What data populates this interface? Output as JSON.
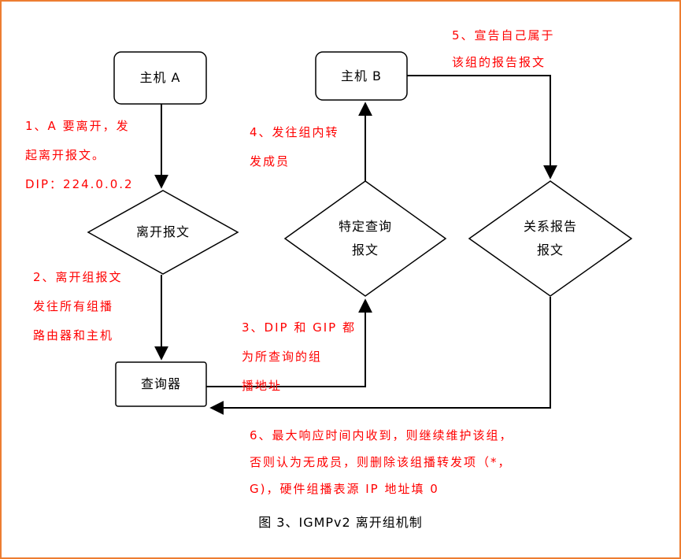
{
  "caption": "图 3、IGMPv2 离开组机制",
  "nodes": {
    "host_a": {
      "label": "主机 A"
    },
    "host_b": {
      "label": "主机 B"
    },
    "querier": {
      "label": "查询器"
    },
    "leave_msg": {
      "line1": "离开报文"
    },
    "specific_query": {
      "line1": "特定查询",
      "line2": "报文"
    },
    "relation_report": {
      "line1": "关系报告",
      "line2": "报文"
    }
  },
  "notes": {
    "note1": {
      "lines": [
        "1、A 要离开，发",
        "起离开报文。",
        "DIP：224.0.0.2"
      ]
    },
    "note2": {
      "lines": [
        "2、离开组报文",
        "发往所有组播",
        "路由器和主机"
      ]
    },
    "note3": {
      "lines": [
        "3、DIP 和 GIP 都",
        "为所查询的组",
        "播地址"
      ]
    },
    "note4": {
      "lines": [
        "4、发往组内转",
        "发成员"
      ]
    },
    "note5": {
      "lines": [
        "5、宣告自己属于",
        "该组的报告报文"
      ]
    },
    "note6": {
      "lines": [
        "6、最大响应时间内收到，则继续维护该组，",
        "否则认为无成员，则删除该组播转发项（*，",
        "G)，硬件组播表源 IP 地址填 0"
      ]
    }
  },
  "colors": {
    "annotation_red": "#ff0000",
    "page_border_orange": "#ed7d31",
    "shape_stroke": "#000000",
    "shape_fill": "#ffffff"
  }
}
